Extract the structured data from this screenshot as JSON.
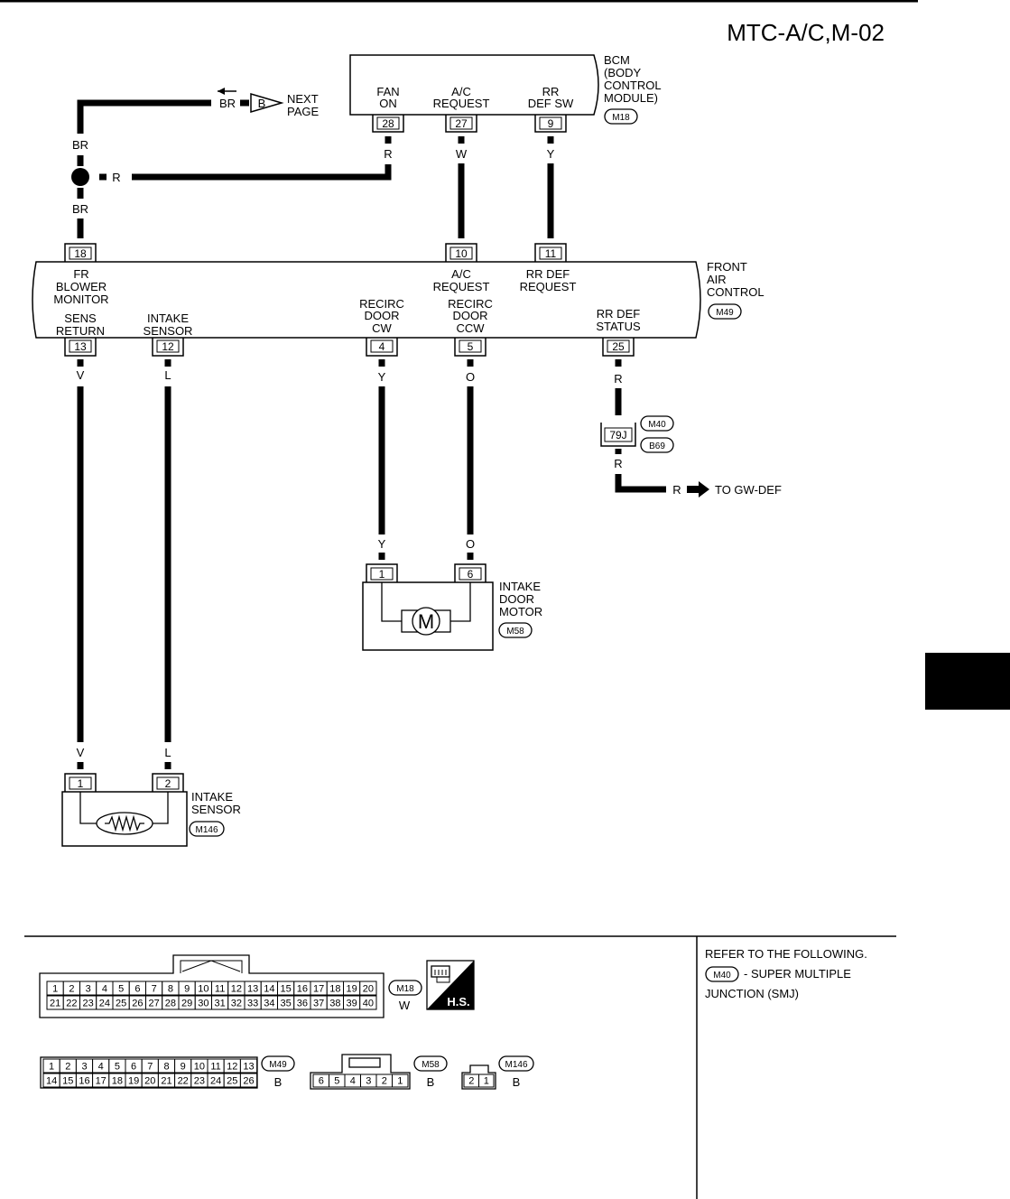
{
  "header": {
    "title": "MTC-A/C,M-02"
  },
  "bcm": {
    "name_lines": [
      "BCM",
      "(BODY",
      "CONTROL",
      "MODULE)"
    ],
    "connector": "M18",
    "pins": [
      {
        "num": "28",
        "label_lines": [
          "FAN",
          "ON"
        ],
        "wire": "R"
      },
      {
        "num": "27",
        "label_lines": [
          "A/C",
          "REQUEST"
        ],
        "wire": "W"
      },
      {
        "num": "9",
        "label_lines": [
          "RR",
          "DEF SW"
        ],
        "wire": "Y"
      }
    ]
  },
  "next_page": {
    "wire": "BR",
    "tag": "B",
    "label_lines": [
      "NEXT",
      "PAGE"
    ]
  },
  "splice": {
    "wire_top": "BR",
    "wire_side": "R",
    "wire_bottom": "BR"
  },
  "front_air_control": {
    "name_lines": [
      "FRONT",
      "AIR",
      "CONTROL"
    ],
    "connector": "M49",
    "top_pins": [
      {
        "num": "18",
        "label_lines": [
          "FR",
          "BLOWER",
          "MONITOR"
        ]
      },
      {
        "num": "10",
        "label_lines": [
          "A/C",
          "REQUEST"
        ]
      },
      {
        "num": "11",
        "label_lines": [
          "RR DEF",
          "REQUEST"
        ]
      }
    ],
    "bottom_pins": [
      {
        "num": "13",
        "label_lines": [
          "SENS",
          "RETURN"
        ],
        "wire": "V"
      },
      {
        "num": "12",
        "label_lines": [
          "INTAKE",
          "SENSOR"
        ],
        "wire": "L"
      },
      {
        "num": "4",
        "label_lines": [
          "RECIRC",
          "DOOR",
          "CW"
        ],
        "wire": "Y"
      },
      {
        "num": "5",
        "label_lines": [
          "RECIRC",
          "DOOR",
          "CCW"
        ],
        "wire": "O"
      },
      {
        "num": "25",
        "label_lines": [
          "RR DEF",
          "STATUS"
        ],
        "wire": "R"
      }
    ]
  },
  "junction": {
    "pin": "79J",
    "connectors": [
      "M40",
      "B69"
    ],
    "wire_in": "R",
    "wire_out": "R",
    "wire_arrow": "R",
    "dest": "TO GW-DEF"
  },
  "intake_door_motor": {
    "name_lines": [
      "INTAKE",
      "DOOR",
      "MOTOR"
    ],
    "connector": "M58",
    "symbol": "M",
    "pins": [
      {
        "num": "1",
        "wire": "Y"
      },
      {
        "num": "6",
        "wire": "O"
      }
    ]
  },
  "intake_sensor": {
    "name_lines": [
      "INTAKE",
      "SENSOR"
    ],
    "connector": "M146",
    "pins": [
      {
        "num": "1",
        "wire": "V"
      },
      {
        "num": "2",
        "wire": "L"
      }
    ]
  },
  "connector_views": {
    "m18": {
      "connector": "M18",
      "color": "W",
      "row1": [
        "1",
        "2",
        "3",
        "4",
        "5",
        "6",
        "7",
        "8",
        "9",
        "10",
        "11",
        "12",
        "13",
        "14",
        "15",
        "16",
        "17",
        "18",
        "19",
        "20"
      ],
      "row2": [
        "21",
        "22",
        "23",
        "24",
        "25",
        "26",
        "27",
        "28",
        "29",
        "30",
        "31",
        "32",
        "33",
        "34",
        "35",
        "36",
        "37",
        "38",
        "39",
        "40"
      ]
    },
    "m49": {
      "connector": "M49",
      "color": "B",
      "row1": [
        "1",
        "2",
        "3",
        "4",
        "5",
        "6",
        "7",
        "8",
        "9",
        "10",
        "11",
        "12",
        "13"
      ],
      "row2": [
        "14",
        "15",
        "16",
        "17",
        "18",
        "19",
        "20",
        "21",
        "22",
        "23",
        "24",
        "25",
        "26"
      ]
    },
    "m58": {
      "connector": "M58",
      "color": "B",
      "row1": [
        "6",
        "5",
        "4",
        "3",
        "2",
        "1"
      ]
    },
    "m146": {
      "connector": "M146",
      "color": "B",
      "row1": [
        "2",
        "1"
      ]
    },
    "hs_label": "H.S."
  },
  "refer_note": {
    "line1": "REFER TO THE FOLLOWING.",
    "connector": "M40",
    "line2": "- SUPER MULTIPLE",
    "line3": "JUNCTION (SMJ)"
  }
}
